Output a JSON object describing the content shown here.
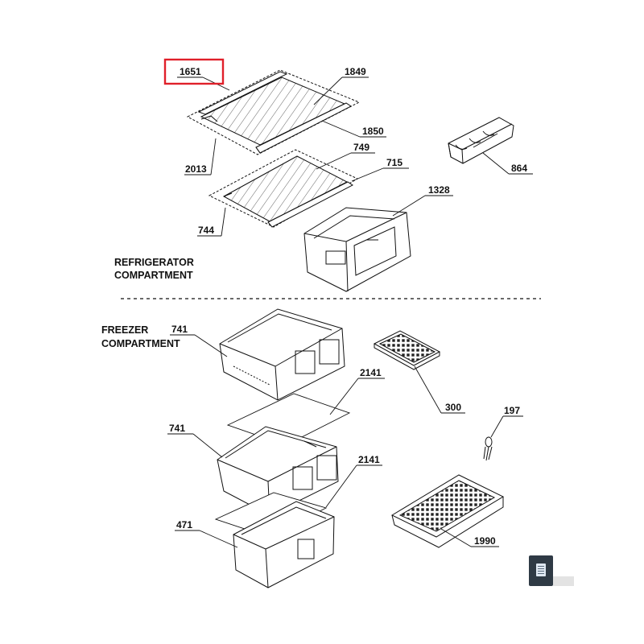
{
  "diagram": {
    "sections": {
      "refrigerator": "REFRIGERATOR\nCOMPARTMENT",
      "freezer": "FREEZER\nCOMPARTMENT"
    },
    "callouts": {
      "c1651": "1651",
      "c1849": "1849",
      "c1850": "1850",
      "c2013": "2013",
      "c749": "749",
      "c715": "715",
      "c744": "744",
      "c864": "864",
      "c1328": "1328",
      "c741a": "741",
      "c741b": "741",
      "c2141a": "2141",
      "c2141b": "2141",
      "c300": "300",
      "c197": "197",
      "c471": "471",
      "c1990": "1990"
    },
    "highlight": {
      "callout": "1651",
      "color": "#e0202a"
    }
  },
  "widget": {
    "icon": "clipboard-icon"
  }
}
